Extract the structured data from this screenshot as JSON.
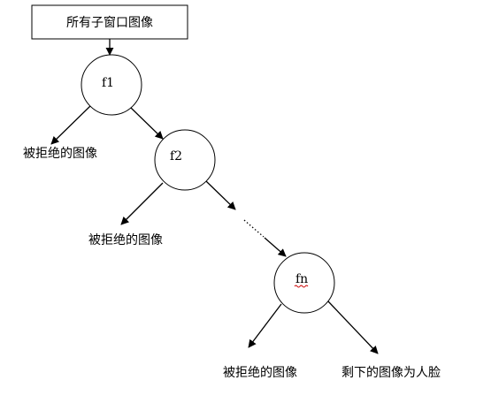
{
  "diagram": {
    "root_box": "所有子窗口图像",
    "nodes": {
      "f1": "f1",
      "f2": "f2",
      "fn": "fn"
    },
    "outcomes": {
      "rejected_1": "被拒绝的图像",
      "rejected_2": "被拒绝的图像",
      "rejected_n": "被拒绝的图像",
      "accepted": "剩下的图像为人脸"
    }
  }
}
